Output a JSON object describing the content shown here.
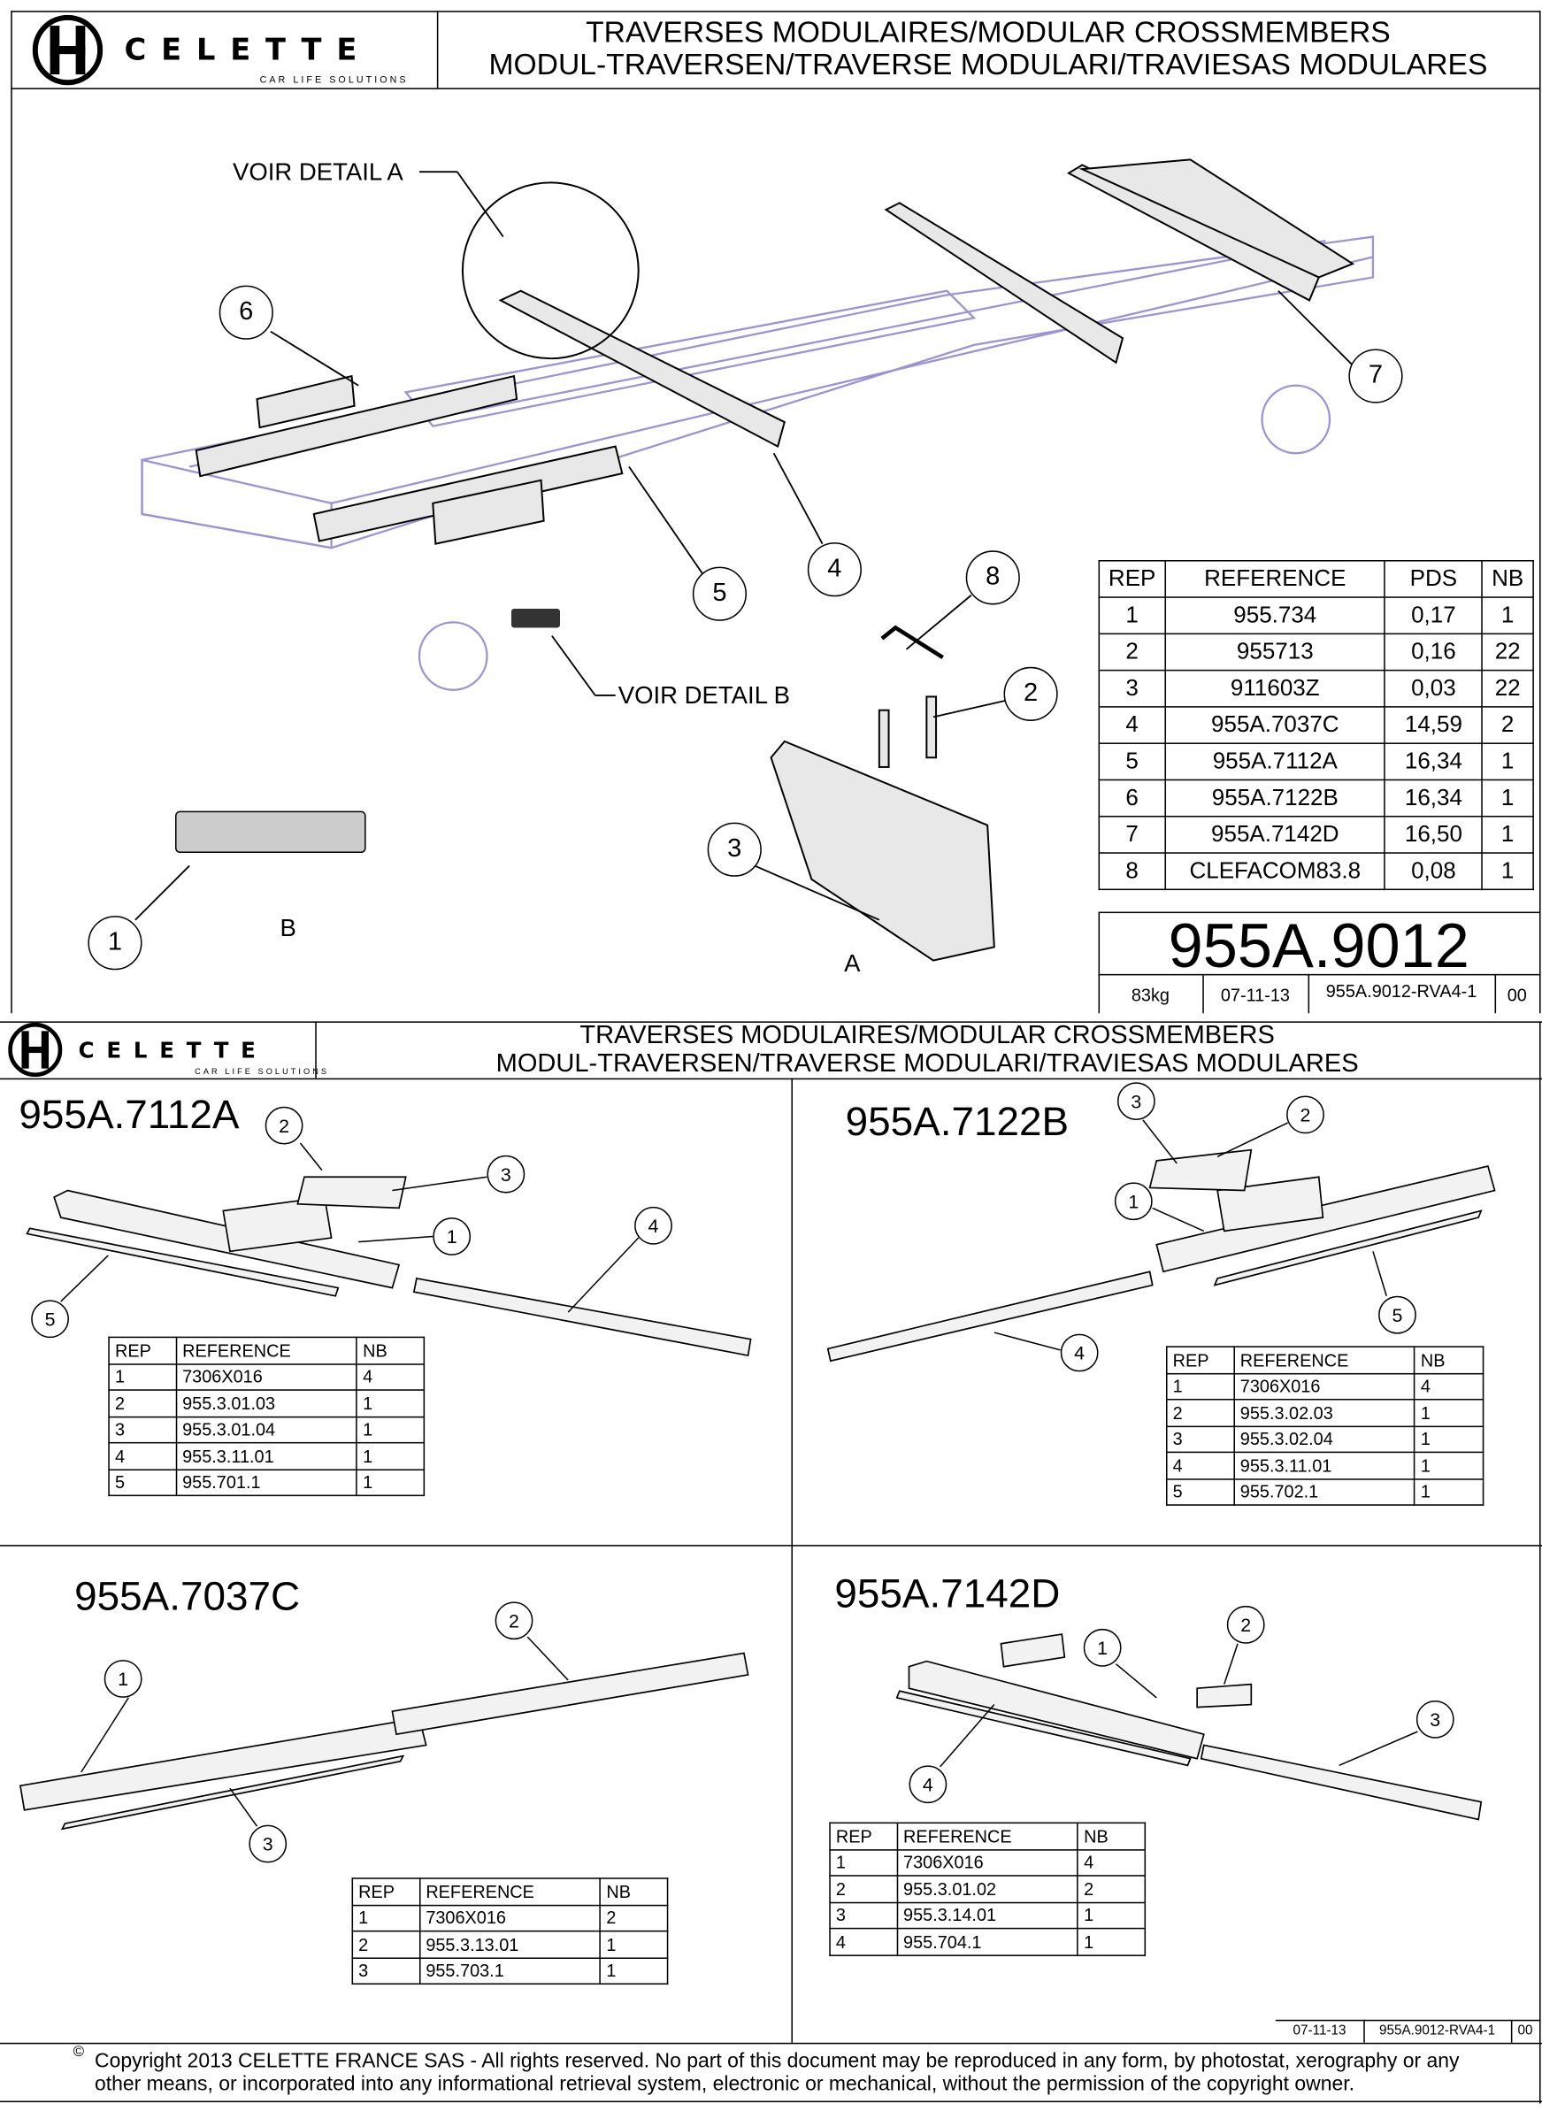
{
  "brand": {
    "name": "CELETTE",
    "tagline": "CAR LIFE SOLUTIONS"
  },
  "sheet1": {
    "title_line1": "TRAVERSES MODULAIRES/MODULAR CROSSMEMBERS",
    "title_line2": "MODUL-TRAVERSEN/TRAVERSE MODULARI/TRAVIESAS MODULARES",
    "labels": {
      "detail_a": "VOIR DETAIL A",
      "detail_b": "VOIR DETAIL B",
      "view_a": "A",
      "view_b": "B"
    },
    "callouts": [
      "1",
      "2",
      "3",
      "4",
      "5",
      "6",
      "7",
      "8"
    ],
    "table": {
      "headers": [
        "REP",
        "REFERENCE",
        "PDS",
        "NB"
      ],
      "rows": [
        [
          "1",
          "955.734",
          "0,17",
          "1"
        ],
        [
          "2",
          "955713",
          "0,16",
          "22"
        ],
        [
          "3",
          "911603Z",
          "0,03",
          "22"
        ],
        [
          "4",
          "955A.7037C",
          "14,59",
          "2"
        ],
        [
          "5",
          "955A.7112A",
          "16,34",
          "1"
        ],
        [
          "6",
          "955A.7122B",
          "16,34",
          "1"
        ],
        [
          "7",
          "955A.7142D",
          "16,50",
          "1"
        ],
        [
          "8",
          "CLEFACOM83.8",
          "0,08",
          "1"
        ]
      ]
    },
    "part_number": "955A.9012",
    "weight": "83kg",
    "date": "07-11-13",
    "drawing_ref": "955A.9012-RVA4-1",
    "revision": "00"
  },
  "sheet2": {
    "title_line1": "TRAVERSES MODULAIRES/MODULAR CROSSMEMBERS",
    "title_line2": "MODUL-TRAVERSEN/TRAVERSE MODULARI/TRAVIESAS MODULARES",
    "panels": [
      {
        "title": "955A.7112A",
        "headers": [
          "REP",
          "REFERENCE",
          "NB"
        ],
        "rows": [
          [
            "1",
            "7306X016",
            "4"
          ],
          [
            "2",
            "955.3.01.03",
            "1"
          ],
          [
            "3",
            "955.3.01.04",
            "1"
          ],
          [
            "4",
            "955.3.11.01",
            "1"
          ],
          [
            "5",
            "955.701.1",
            "1"
          ]
        ]
      },
      {
        "title": "955A.7122B",
        "headers": [
          "REP",
          "REFERENCE",
          "NB"
        ],
        "rows": [
          [
            "1",
            "7306X016",
            "4"
          ],
          [
            "2",
            "955.3.02.03",
            "1"
          ],
          [
            "3",
            "955.3.02.04",
            "1"
          ],
          [
            "4",
            "955.3.11.01",
            "1"
          ],
          [
            "5",
            "955.702.1",
            "1"
          ]
        ]
      },
      {
        "title": "955A.7037C",
        "headers": [
          "REP",
          "REFERENCE",
          "NB"
        ],
        "rows": [
          [
            "1",
            "7306X016",
            "2"
          ],
          [
            "2",
            "955.3.13.01",
            "1"
          ],
          [
            "3",
            "955.703.1",
            "1"
          ]
        ]
      },
      {
        "title": "955A.7142D",
        "headers": [
          "REP",
          "REFERENCE",
          "NB"
        ],
        "rows": [
          [
            "1",
            "7306X016",
            "4"
          ],
          [
            "2",
            "955.3.01.02",
            "2"
          ],
          [
            "3",
            "955.3.14.01",
            "1"
          ],
          [
            "4",
            "955.704.1",
            "1"
          ]
        ]
      }
    ],
    "date": "07-11-13",
    "drawing_ref": "955A.9012-RVA4-1",
    "revision": "00",
    "copyright_symbol": "©",
    "copyright_line1": "Copyright 2013 CELETTE FRANCE SAS - All rights reserved. No part of this document may be reproduced in any form, by photostat, xerography or any",
    "copyright_line2": "other means, or incorporated into any informational retrieval system, electronic or mechanical, without the permission of the copyright owner."
  },
  "colors": {
    "frame": "#9b93d6",
    "line": "#000000"
  }
}
